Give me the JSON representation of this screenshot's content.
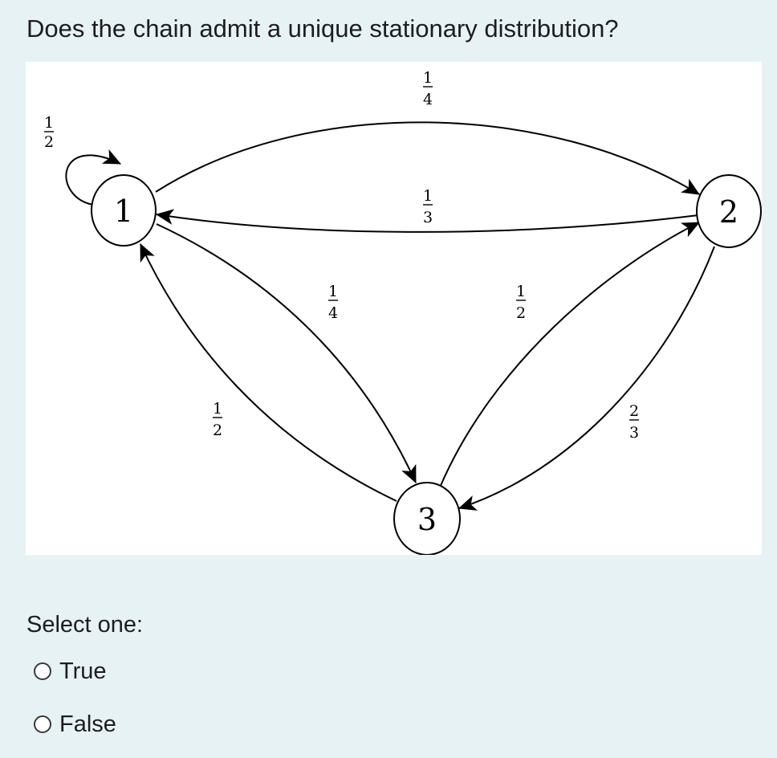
{
  "question": {
    "text": "Does the chain admit a unique stationary distribution?"
  },
  "diagram": {
    "nodes": [
      "1",
      "2",
      "3"
    ],
    "edges": [
      {
        "from": "1",
        "to": "1",
        "label": {
          "num": "1",
          "den": "2"
        }
      },
      {
        "from": "1",
        "to": "2",
        "label": {
          "num": "1",
          "den": "4"
        }
      },
      {
        "from": "2",
        "to": "1",
        "label": {
          "num": "1",
          "den": "3"
        }
      },
      {
        "from": "1",
        "to": "3",
        "label": {
          "num": "1",
          "den": "4"
        }
      },
      {
        "from": "3",
        "to": "1",
        "label": {
          "num": "1",
          "den": "2"
        }
      },
      {
        "from": "3",
        "to": "2",
        "label": {
          "num": "1",
          "den": "2"
        }
      },
      {
        "from": "2",
        "to": "3",
        "label": {
          "num": "2",
          "den": "3"
        }
      }
    ]
  },
  "answer": {
    "prompt": "Select one:",
    "options": [
      {
        "label": "True"
      },
      {
        "label": "False"
      }
    ]
  }
}
